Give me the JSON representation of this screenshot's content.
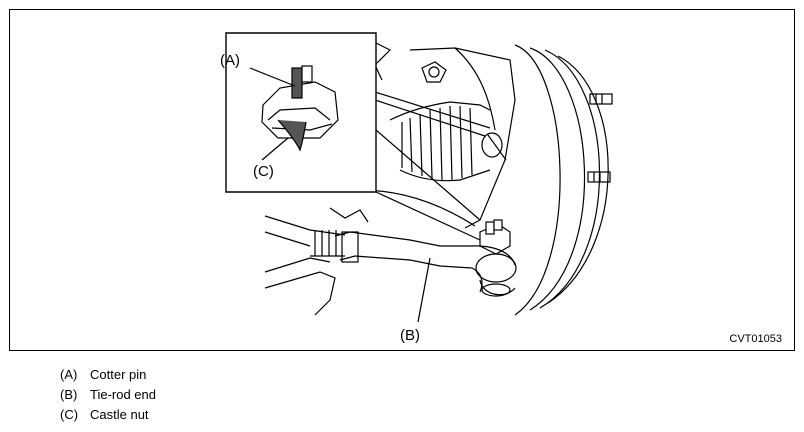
{
  "figure": {
    "code": "CVT01053",
    "callouts": {
      "a": "(A)",
      "b": "(B)",
      "c": "(C)"
    }
  },
  "legend": [
    {
      "key": "(A)",
      "label": "Cotter pin"
    },
    {
      "key": "(B)",
      "label": "Tie-rod end"
    },
    {
      "key": "(C)",
      "label": "Castle nut"
    }
  ]
}
